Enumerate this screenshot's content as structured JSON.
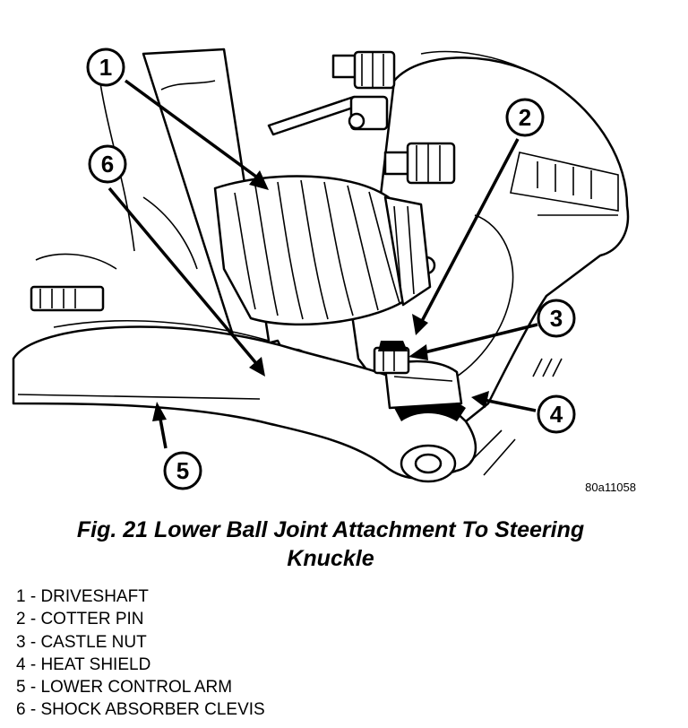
{
  "figure": {
    "id_label": "80a11058",
    "caption_line1": "Fig. 21 Lower Ball Joint Attachment To Steering",
    "caption_line2": "Knuckle",
    "callouts": [
      {
        "num": "1",
        "part": "DRIVESHAFT"
      },
      {
        "num": "2",
        "part": "COTTER PIN"
      },
      {
        "num": "3",
        "part": "CASTLE NUT"
      },
      {
        "num": "4",
        "part": "HEAT SHIELD"
      },
      {
        "num": "5",
        "part": "LOWER CONTROL ARM"
      },
      {
        "num": "6",
        "part": "SHOCK ABSORBER CLEVIS"
      }
    ]
  },
  "legend": [
    "1 - DRIVESHAFT",
    "2 - COTTER PIN",
    "3 - CASTLE NUT",
    "4 - HEAT SHIELD",
    "5 - LOWER CONTROL ARM",
    "6 - SHOCK ABSORBER CLEVIS"
  ]
}
